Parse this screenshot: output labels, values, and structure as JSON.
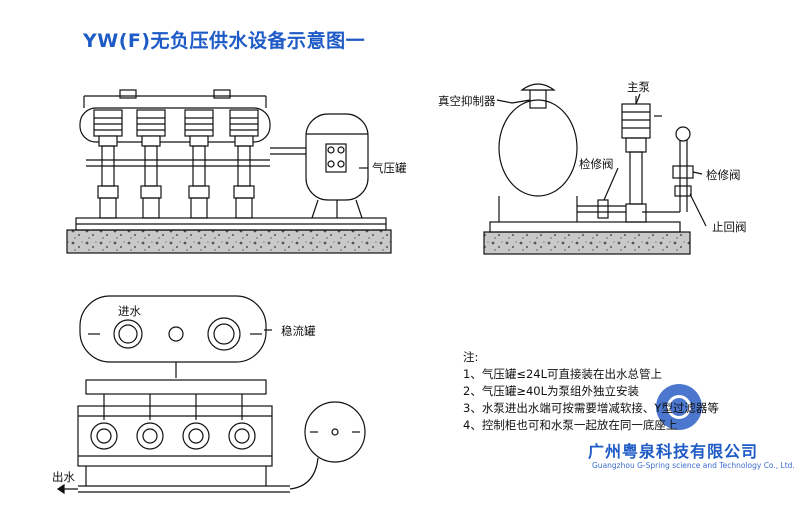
{
  "title": "YW(F)无负压供水设备示意图一",
  "labels": {
    "air_tank": "气压罐",
    "vacuum_suppressor": "真空抑制器",
    "main_pump": "主泵",
    "maint_valve_left": "检修阀",
    "maint_valve_right": "检修阀",
    "check_valve": "止回阀",
    "inlet": "进水",
    "stabilizer_tank": "稳流罐",
    "outlet": "出水"
  },
  "notes": {
    "heading": "注:",
    "items": [
      "1、气压罐≤24L可直接装在出水总管上",
      "2、气压罐≥40L为泵组外独立安装",
      "3、水泵进出水端可按需要增减软接、Y型过滤器等",
      "4、控制柜也可和水泵一起放在同一底座上"
    ]
  },
  "company": {
    "name_cn": "广州粤泉科技有限公司",
    "name_en": "Guangzhou G-Spring science and Technology Co., Ltd."
  },
  "colors": {
    "title": "#1e5bc6",
    "logo": "#2b5fc6",
    "line": "#111111"
  }
}
